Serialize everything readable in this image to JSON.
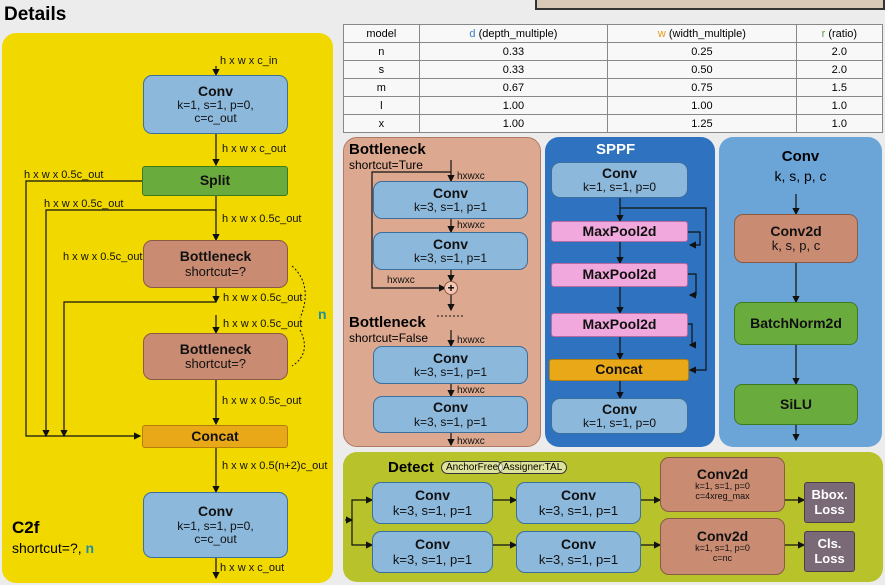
{
  "page_title": "Details",
  "table": {
    "headers": [
      {
        "sym": "",
        "text": "model",
        "color": "#111111"
      },
      {
        "sym": "d",
        "text": " (depth_multiple)",
        "color": "#3a7fc4"
      },
      {
        "sym": "w",
        "text": " (width_multiple)",
        "color": "#e39a1a"
      },
      {
        "sym": "r",
        "text": " (ratio)",
        "color": "#5a9a3a"
      }
    ],
    "rows": [
      [
        "n",
        "0.33",
        "0.25",
        "2.0"
      ],
      [
        "s",
        "0.33",
        "0.50",
        "2.0"
      ],
      [
        "m",
        "0.67",
        "0.75",
        "1.5"
      ],
      [
        "l",
        "1.00",
        "1.00",
        "1.0"
      ],
      [
        "x",
        "1.00",
        "1.25",
        "1.0"
      ]
    ]
  },
  "c2f": {
    "title": "C2f",
    "subtitle": "shortcut=?, ",
    "subtitle_n": "n",
    "input_label": "h x w x c_in",
    "conv1": {
      "title": "Conv",
      "l1": "k=1, s=1, p=0,",
      "l2": "c=c_out"
    },
    "after_conv1": "h x w x c_out",
    "split": "Split",
    "split_left1": "h x w x 0.5c_out",
    "split_left2": "h x w x 0.5c_out",
    "split_down": "h x w x 0.5c_out",
    "bneck_left": "h x w x 0.5c_out",
    "bottleneck1": {
      "title": "Bottleneck",
      "l1": "shortcut=?"
    },
    "b1_out": "h x w x 0.5c_out",
    "b2_in": "h x w x 0.5c_out",
    "n_label": "n",
    "bottleneck2": {
      "title": "Bottleneck",
      "l1": "shortcut=?"
    },
    "b2_out": "h x w x 0.5c_out",
    "concat": "Concat",
    "concat_out": "h x w x 0.5(n+2)c_out",
    "conv2": {
      "title": "Conv",
      "l1": "k=1, s=1, p=0,",
      "l2": "c=c_out"
    },
    "output_label": "h x w x c_out"
  },
  "bottleneck": {
    "title1": "Bottleneck",
    "sub1": "shortcut=Ture",
    "in1": "hxwxc",
    "conv_a": {
      "title": "Conv",
      "l1": "k=3, s=1, p=1"
    },
    "mid1": "hxwxc",
    "conv_b": {
      "title": "Conv",
      "l1": "k=3, s=1, p=1"
    },
    "skip": "hxwxc",
    "plus": "+",
    "title2": "Bottleneck",
    "sub2": "shortcut=False",
    "in2": "hxwxc",
    "conv_c": {
      "title": "Conv",
      "l1": "k=3, s=1, p=1"
    },
    "mid2": "hxwxc",
    "conv_d": {
      "title": "Conv",
      "l1": "k=3, s=1, p=1"
    },
    "out2": "hxwxc"
  },
  "sppf": {
    "title": "SPPF",
    "conv1": {
      "title": "Conv",
      "l1": "k=1, s=1, p=0"
    },
    "pool1": "MaxPool2d",
    "pool2": "MaxPool2d",
    "pool3": "MaxPool2d",
    "concat": "Concat",
    "conv2": {
      "title": "Conv",
      "l1": "k=1, s=1, p=0"
    }
  },
  "conv": {
    "title": "Conv",
    "sub": "k, s, p, c",
    "conv2d": {
      "title": "Conv2d",
      "l1": "k, s, p, c"
    },
    "bn": "BatchNorm2d",
    "act": "SiLU"
  },
  "detect": {
    "title": "Detect",
    "tag1": "AnchorFree",
    "tag2": "Assigner:TAL",
    "r1c1": {
      "title": "Conv",
      "l1": "k=3, s=1, p=1"
    },
    "r1c2": {
      "title": "Conv",
      "l1": "k=3, s=1, p=1"
    },
    "r1c3": {
      "title": "Conv2d",
      "l1": "k=1, s=1, p=0",
      "l2": "c=4xreg_max"
    },
    "r1loss": {
      "l1": "Bbox.",
      "l2": "Loss"
    },
    "r2c1": {
      "title": "Conv",
      "l1": "k=3, s=1, p=1"
    },
    "r2c2": {
      "title": "Conv",
      "l1": "k=3, s=1, p=1"
    },
    "r2c3": {
      "title": "Conv2d",
      "l1": "k=1, s=1, p=0",
      "l2": "c=nc"
    },
    "r2loss": {
      "l1": "Cls.",
      "l2": "Loss"
    }
  }
}
